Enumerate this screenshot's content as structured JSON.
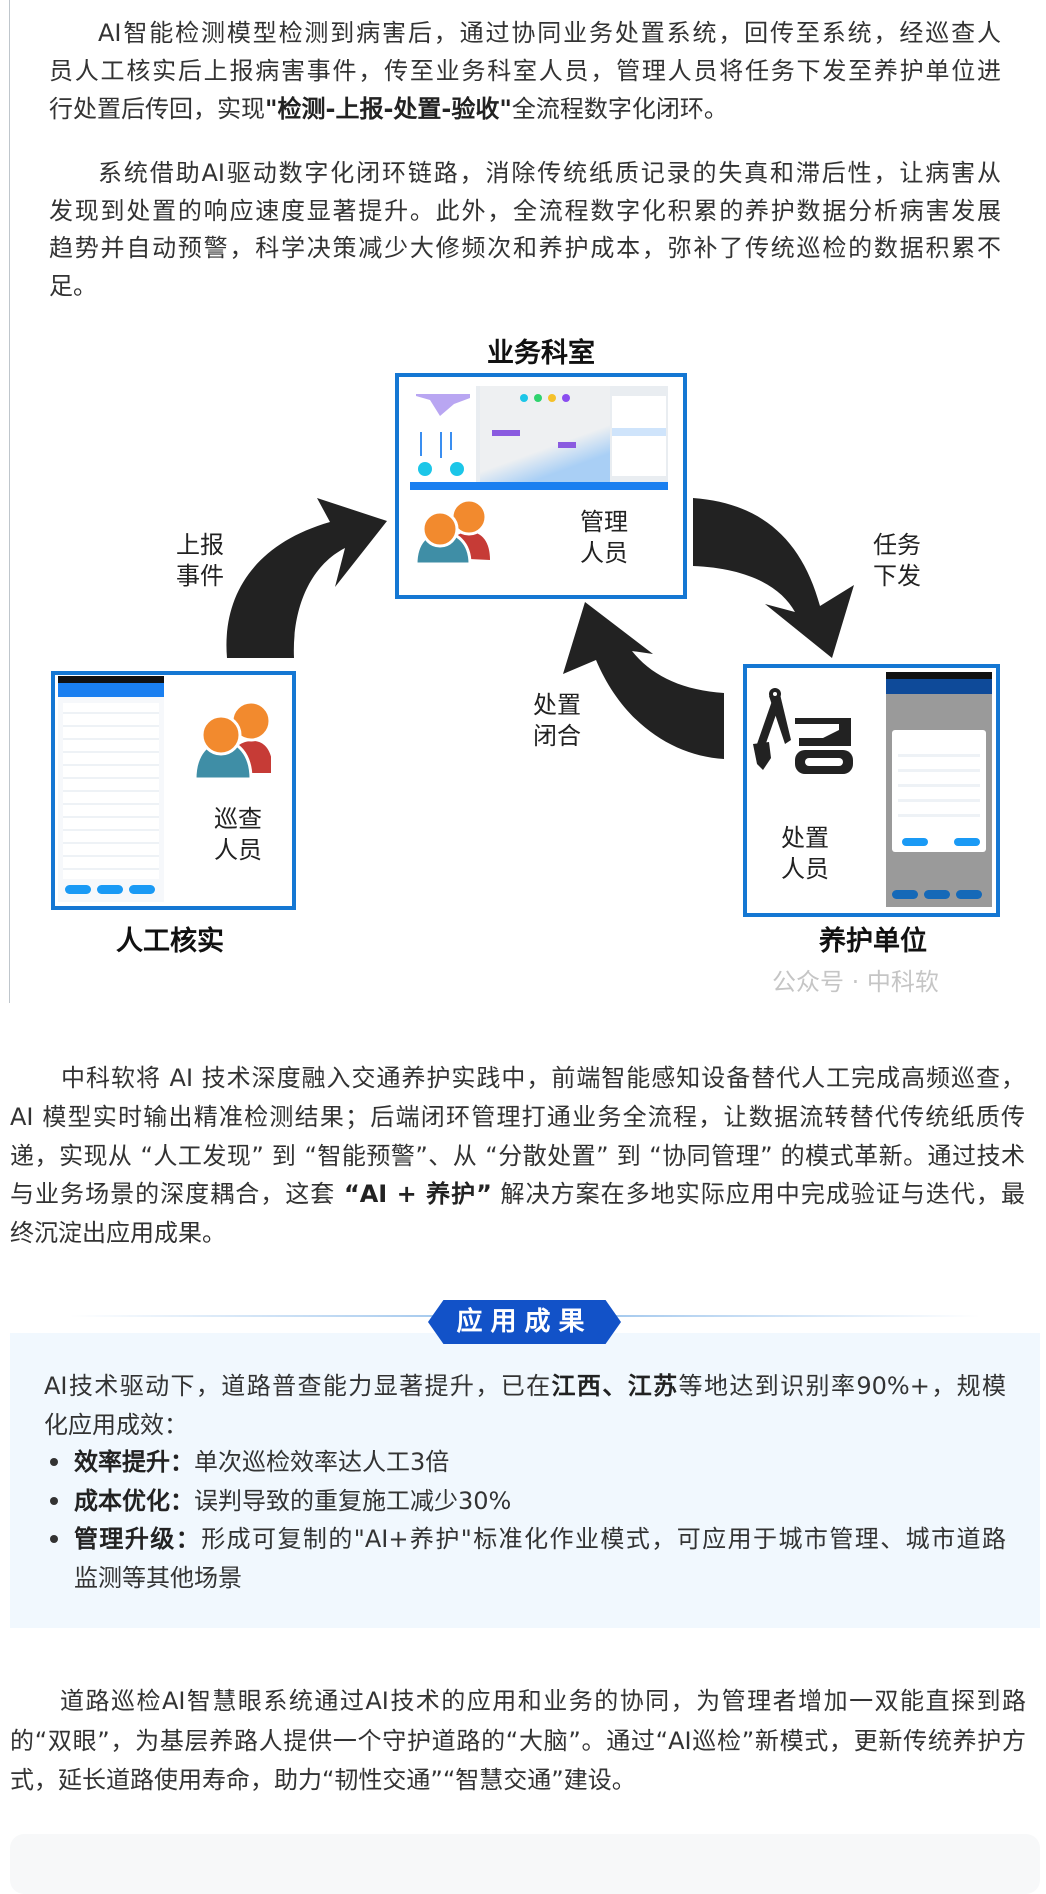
{
  "intro": {
    "p1": [
      [
        {
          "t": "AI智能检测模型检测到病害后，通过协同业务处置系统，回传至系统，经巡查人"
        }
      ],
      [
        {
          "t": "员人工核实后上报病害事件，传至业务科室人员，管理人员将任务下发至养护单位进"
        }
      ],
      [
        {
          "t": "行处置后传回，实现"
        },
        {
          "t": "\"检测-上报-处置-验收\"",
          "b": true
        },
        {
          "t": "全流程数字化闭环。"
        }
      ]
    ],
    "p2": [
      [
        {
          "t": "系统借助AI驱动数字化闭环链路，消除传统纸质记录的失真和滞后性，让病害从"
        }
      ],
      [
        {
          "t": "发现到处置的响应速度显著提升。此外，全流程数字化积累的养护数据分析病害发展"
        }
      ],
      [
        {
          "t": "趋势并自动预警，科学决策减少大修频次和养护成本，弥补了传统巡检的数据积累不"
        }
      ],
      [
        {
          "t": "足。"
        }
      ]
    ]
  },
  "diagram": {
    "top_title": "业务科室",
    "top_role": "管理人员",
    "left_title": "人工核实",
    "left_role": "巡查人员",
    "right_title": "养护单位",
    "right_role": "处置人员",
    "arrow_report": "上报事件",
    "arrow_assign": "任务下发",
    "arrow_close": "处置闭合",
    "watermark": "公众号 · 中科软",
    "colors": {
      "border": "#1577d3",
      "arrow": "#222222",
      "orange": "#f28a2e",
      "red": "#c63b36",
      "teal": "#3f8ea6"
    }
  },
  "p3": [
    [
      {
        "t": "中科软将 AI 技术深度融入交通养护实践中，前端智能感知设备替代人工完成高频巡查，"
      }
    ],
    [
      {
        "t": "AI 模型实时输出精准检测结果；后端闭环管理打通业务全流程，让数据流转替代传统纸质传"
      }
    ],
    [
      {
        "t": "递，实现从 “人工发现” 到 “智能预警”、从 “分散处置” 到 “协同管理” 的模式革新。通过技术"
      }
    ],
    [
      {
        "t": "与业务场景的深度耦合，这套 "
      },
      {
        "t": "“AI + 养护”",
        "b": true
      },
      {
        "t": " 解决方案在多地实际应用中完成验证与迭代，最"
      }
    ],
    [
      {
        "t": "终沉淀出应用成果。"
      }
    ]
  ],
  "results": {
    "banner": "应用成果",
    "banner_color": "#1252c8",
    "intro": [
      [
        {
          "t": "AI技术驱动下，道路普查能力显著提升，已在"
        },
        {
          "t": "江西、江苏",
          "b": true
        },
        {
          "t": "等地达到识别率90%+，规模"
        }
      ],
      [
        {
          "t": "化应用成效："
        }
      ]
    ],
    "bullets": [
      [
        [
          {
            "t": "效率提升：",
            "b": true
          },
          {
            "t": "单次巡检效率达人工3倍"
          }
        ]
      ],
      [
        [
          {
            "t": "成本优化：",
            "b": true
          },
          {
            "t": "误判导致的重复施工减少30%"
          }
        ]
      ],
      [
        [
          {
            "t": "管理升级：",
            "b": true
          },
          {
            "t": "形成可复制的\"AI+养护\"标准化作业模式，可应用于城市管理、城市道路"
          }
        ],
        [
          {
            "t": "监测等其他场景"
          }
        ]
      ]
    ]
  },
  "closing": [
    [
      {
        "t": "道路巡检AI智慧眼系统通过AI技术的应用和业务的协同，为管理者增加一双能直探到路"
      }
    ],
    [
      {
        "t": "的“双眼”，为基层养路人提供一个守护道路的“大脑”。通过“AI巡检”新模式，更新传统养护方"
      }
    ],
    [
      {
        "t": "式，延长道路使用寿命，助力“韧性交通”“智慧交通”建设。"
      }
    ]
  ]
}
